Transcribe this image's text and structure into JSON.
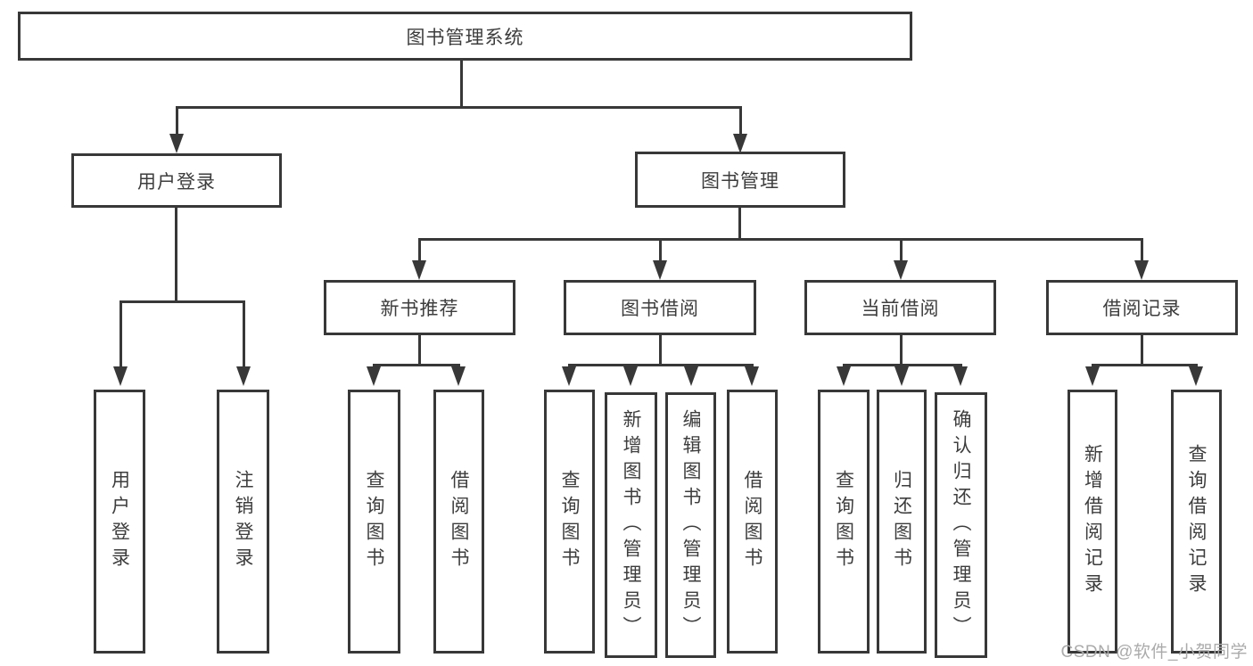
{
  "tree": {
    "root_label": "图书管理系统",
    "branches": [
      {
        "label": "用户登录",
        "leaves": [
          "用户登录",
          "注销登录"
        ]
      },
      {
        "label": "图书管理",
        "groups": [
          {
            "label": "新书推荐",
            "leaves": [
              "查询图书",
              "借阅图书"
            ]
          },
          {
            "label": "图书借阅",
            "leaves": [
              "查询图书",
              "新增图书（管理员）",
              "编辑图书（管理员）",
              "借阅图书"
            ]
          },
          {
            "label": "当前借阅",
            "leaves": [
              "查询图书",
              "归还图书",
              "确认归还（管理员）"
            ]
          },
          {
            "label": "借阅记录",
            "leaves": [
              "新增借阅记录",
              "查询借阅记录"
            ]
          }
        ]
      }
    ]
  },
  "watermark": {
    "text": "CSDN @软件_小贺同学"
  },
  "colors": {
    "line": "#383838",
    "text": "#3d3d3d",
    "watermark": "#ababab",
    "background": "#ffffff"
  }
}
